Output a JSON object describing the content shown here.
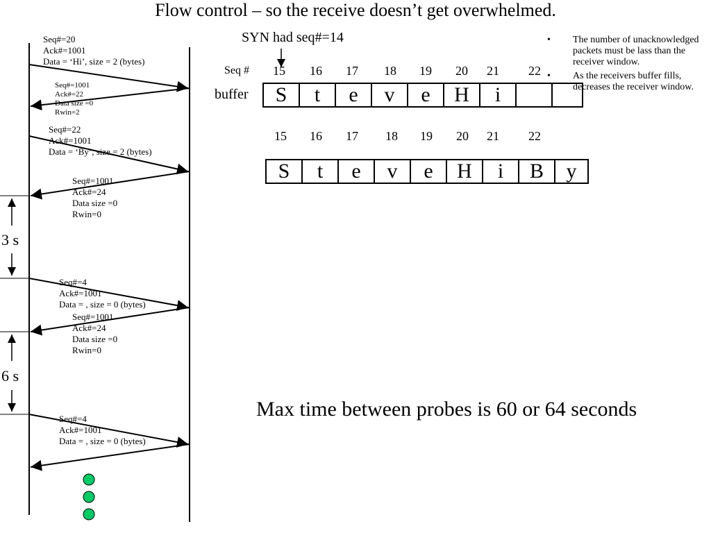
{
  "title": "Flow control – so the receive doesn’t get overwhelmed.",
  "messages": [
    {
      "id": "m1",
      "lines": [
        "Seq#=20",
        "Ack#=1001",
        "Data = ‘Hi’, size = 2 (bytes)"
      ]
    },
    {
      "id": "m2",
      "lines": [
        "Seq#=1001",
        "Ack#=22",
        "Data size =0",
        "Rwin=2"
      ]
    },
    {
      "id": "m3",
      "lines": [
        "Seq#=22",
        "Ack#=1001",
        "Data = ‘By’, size = 2 (bytes)"
      ]
    },
    {
      "id": "m4",
      "lines": [
        "Seq#=1001",
        "Ack#=24",
        "Data size =0",
        "Rwin=0"
      ]
    },
    {
      "id": "m5",
      "lines": [
        "Seq#=4",
        "Ack#=1001",
        "Data = , size = 0 (bytes)"
      ]
    },
    {
      "id": "m6",
      "lines": [
        "Seq#=1001",
        "Ack#=24",
        "Data size =0",
        "Rwin=0"
      ]
    },
    {
      "id": "m7",
      "lines": [
        "Seq#=4",
        "Ack#=1001",
        "Data = , size = 0 (bytes)"
      ]
    }
  ],
  "intervals": [
    "3 s",
    "6 s"
  ],
  "syn_label": "SYN had seq#=14",
  "seq_header": "Seq #",
  "buffer_label": "buffer",
  "seq_numbers": [
    "15",
    "16",
    "17",
    "18",
    "19",
    "20",
    "21",
    "22"
  ],
  "buffer1": [
    "S",
    "t",
    "e",
    "v",
    "e",
    "H",
    "i",
    "",
    ""
  ],
  "buffer2": [
    "S",
    "t",
    "e",
    "v",
    "e",
    "H",
    "i",
    "B",
    "y"
  ],
  "bullets": [
    "The number of unacknowledged packets must be lass than the receiver window.",
    "As the receivers buffer fills, decreases the receiver window."
  ],
  "max_time_note": "Max time between probes is 60 or 64 seconds",
  "colors": {
    "dot_fill": "#00cc66",
    "line": "#000000"
  }
}
